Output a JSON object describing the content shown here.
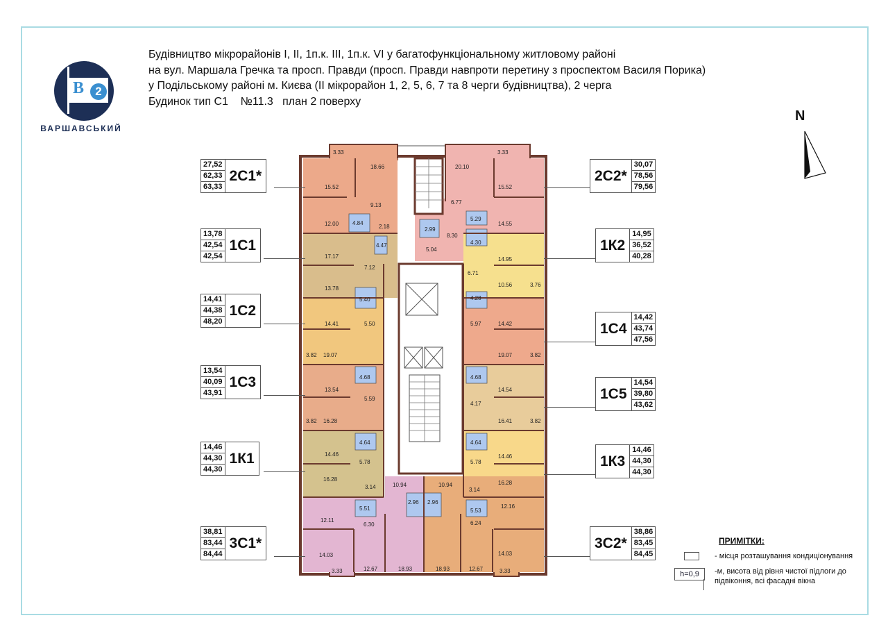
{
  "title_lines": [
    "Будівництво мікрорайонів І, ІІ, 1п.к. ІІІ, 1п.к. VІ у багатофункціональному житловому районі",
    "на вул. Маршала Гречка та просп. Правди (просп. Правди навпроти перетину з проспектом Василя Порика)",
    "у Подільському районі м. Києва (ІІ мікрорайон 1, 2, 5, 6, 7 та 8 черги будівництва), 2 черга",
    "Будинок тип С1    №11.3   план 2 поверху"
  ],
  "logo": {
    "brand": "ВАРШАВСЬКИЙ",
    "letter": "В",
    "number": "2",
    "color": "#1d2f56",
    "accent": "#3a8fd0"
  },
  "north_label": "N",
  "apartments_left": [
    {
      "code": "2С1*",
      "values": [
        "27,52",
        "62,33",
        "63,33"
      ]
    },
    {
      "code": "1С1",
      "values": [
        "13,78",
        "42,54",
        "42,54"
      ]
    },
    {
      "code": "1С2",
      "values": [
        "14,41",
        "44,38",
        "48,20"
      ]
    },
    {
      "code": "1С3",
      "values": [
        "13,54",
        "40,09",
        "43,91"
      ]
    },
    {
      "code": "1К1",
      "values": [
        "14,46",
        "44,30",
        "44,30"
      ]
    },
    {
      "code": "3С1*",
      "values": [
        "38,81",
        "83,44",
        "84,44"
      ]
    }
  ],
  "apartments_right": [
    {
      "code": "2С2*",
      "values": [
        "30,07",
        "78,56",
        "79,56"
      ]
    },
    {
      "code": "1К2",
      "values": [
        "14,95",
        "36,52",
        "40,28"
      ]
    },
    {
      "code": "1С4",
      "values": [
        "14,42",
        "43,74",
        "47,56"
      ]
    },
    {
      "code": "1С5",
      "values": [
        "14,54",
        "39,80",
        "43,62"
      ]
    },
    {
      "code": "1К3",
      "values": [
        "14,46",
        "44,30",
        "44,30"
      ]
    },
    {
      "code": "3С2*",
      "values": [
        "38,86",
        "83,45",
        "84,45"
      ]
    }
  ],
  "rooms_left": [
    [
      "3.33",
      "18.66",
      "15.52",
      "9.13",
      "12.00",
      "4.84",
      "2.18"
    ],
    [
      "17.17",
      "4.47",
      "7.12",
      "13.78"
    ],
    [
      "5.40",
      "14.41",
      "5.50",
      "3.82",
      "19.07"
    ],
    [
      "4.68",
      "13.54",
      "5.59",
      "3.82",
      "16.28"
    ],
    [
      "4.64",
      "14.46",
      "5.78",
      "16.28",
      "3.14"
    ],
    [
      "10.94",
      "5.51",
      "2.96",
      "12.11",
      "6.30",
      "14.03",
      "3.33",
      "12.67",
      "18.93"
    ]
  ],
  "rooms_right": [
    [
      "3.33",
      "20.10",
      "15.52",
      "6.77",
      "5.29",
      "14.55",
      "2.99"
    ],
    [
      "8.30",
      "4.30",
      "5.04",
      "14.95",
      "6.71",
      "10.56",
      "3.76"
    ],
    [
      "4.28",
      "5.97",
      "14.42",
      "19.07",
      "3.82"
    ],
    [
      "4.68",
      "14.54",
      "4.17",
      "16.41",
      "3.82"
    ],
    [
      "4.64",
      "5.78",
      "14.46",
      "16.28",
      "3.14"
    ],
    [
      "10.94",
      "2.96",
      "5.53",
      "12.16",
      "6.24",
      "14.03",
      "18.93",
      "12.67",
      "3.33"
    ]
  ],
  "colors": {
    "apt_2c1": "#eca98a",
    "apt_1c1": "#d9bd8c",
    "apt_1c2": "#f1c77e",
    "apt_1c3": "#e8ac8a",
    "apt_1k1": "#d4c28e",
    "apt_3c1": "#e3b6d2",
    "apt_2c2": "#f0b4b0",
    "apt_1k2": "#f6e08e",
    "apt_1c4": "#eea98c",
    "apt_1c5": "#e8cc9b",
    "apt_1k3": "#f8d88a",
    "apt_3c2": "#e8ad7a",
    "bath": "#aec8ef",
    "wall": "#6b3a2e",
    "core": "#ffffff"
  },
  "notes": {
    "title": "ПРИМІТКИ:",
    "ac": "- місця розташування кондиціонування",
    "sill_box": "h=0,9",
    "sill": "-м, висота від рівня чистої підлоги до підвіконня, всі фасадні вікна"
  }
}
